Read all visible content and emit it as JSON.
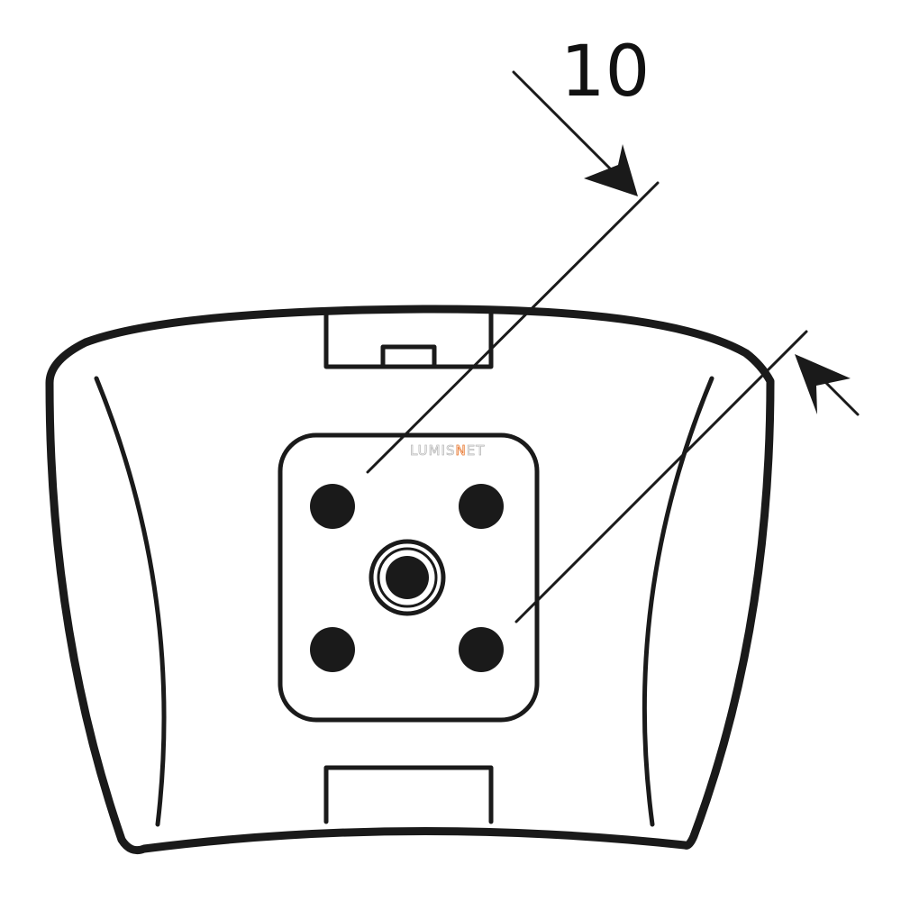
{
  "dimension": {
    "value_label": "10"
  },
  "watermark": {
    "text_prefix": "LUMIS",
    "text_accent": "N",
    "text_suffix": "ET",
    "accent_color": "#e8742a"
  },
  "colors": {
    "line": "#1a1a1a",
    "background": "#ffffff"
  }
}
